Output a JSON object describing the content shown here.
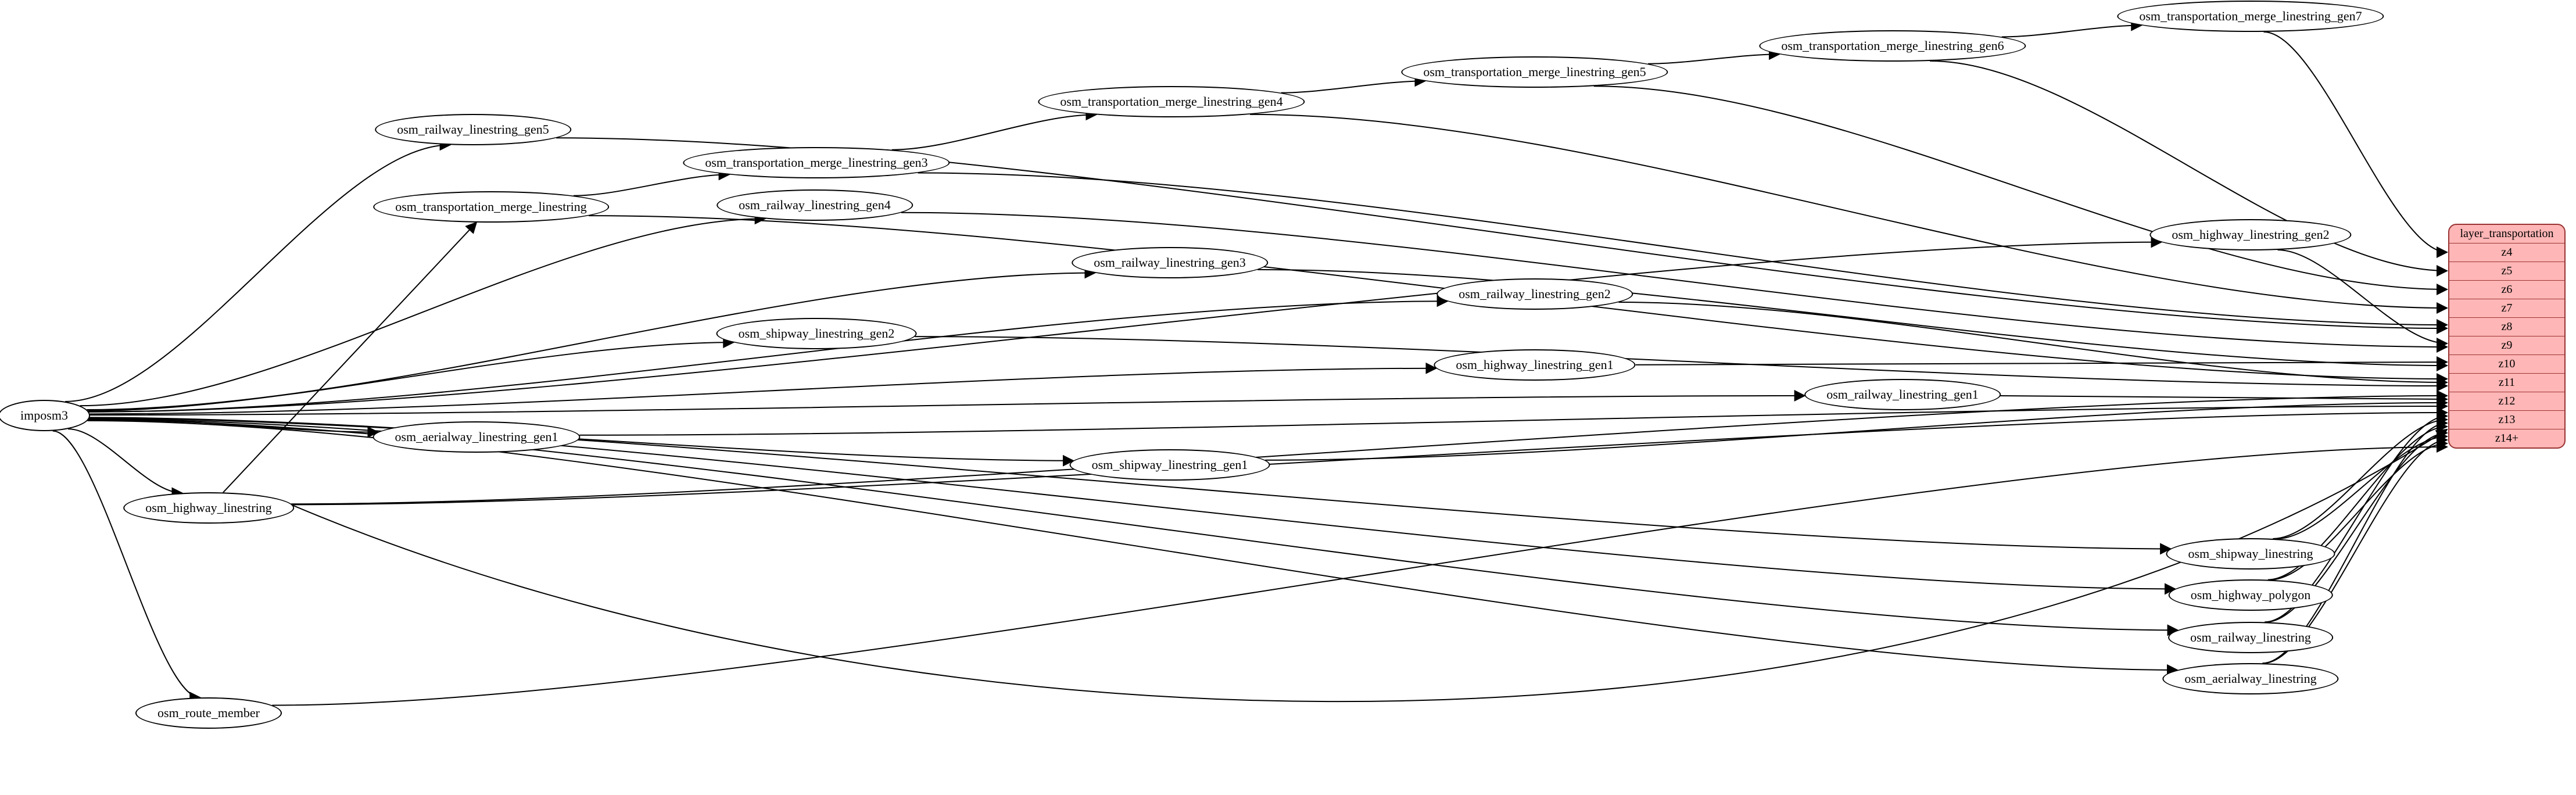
{
  "diagram": {
    "background_color": "#ffffff",
    "edge_color": "#000000",
    "node_fill": "#ffffff",
    "node_border": "#000000",
    "record_fill": "#ffb6b6",
    "record_border": "#993333"
  },
  "record": {
    "title": "layer_transportation",
    "rows": [
      "z4",
      "z5",
      "z6",
      "z7",
      "z8",
      "z9",
      "z10",
      "z11",
      "z12",
      "z13",
      "z14+"
    ]
  },
  "nodes": [
    {
      "id": "imposm3",
      "label": "imposm3"
    },
    {
      "id": "osm_railway_linestring_gen5",
      "label": "osm_railway_linestring_gen5"
    },
    {
      "id": "osm_transportation_merge_linestring",
      "label": "osm_transportation_merge_linestring"
    },
    {
      "id": "osm_transportation_merge_linestring_gen3",
      "label": "osm_transportation_merge_linestring_gen3"
    },
    {
      "id": "osm_railway_linestring_gen4",
      "label": "osm_railway_linestring_gen4"
    },
    {
      "id": "osm_transportation_merge_linestring_gen4",
      "label": "osm_transportation_merge_linestring_gen4"
    },
    {
      "id": "osm_transportation_merge_linestring_gen5",
      "label": "osm_transportation_merge_linestring_gen5"
    },
    {
      "id": "osm_transportation_merge_linestring_gen6",
      "label": "osm_transportation_merge_linestring_gen6"
    },
    {
      "id": "osm_transportation_merge_linestring_gen7",
      "label": "osm_transportation_merge_linestring_gen7"
    },
    {
      "id": "osm_highway_linestring_gen2",
      "label": "osm_highway_linestring_gen2"
    },
    {
      "id": "osm_railway_linestring_gen3",
      "label": "osm_railway_linestring_gen3"
    },
    {
      "id": "osm_railway_linestring_gen2",
      "label": "osm_railway_linestring_gen2"
    },
    {
      "id": "osm_shipway_linestring_gen2",
      "label": "osm_shipway_linestring_gen2"
    },
    {
      "id": "osm_highway_linestring_gen1",
      "label": "osm_highway_linestring_gen1"
    },
    {
      "id": "osm_railway_linestring_gen1",
      "label": "osm_railway_linestring_gen1"
    },
    {
      "id": "osm_aerialway_linestring_gen1",
      "label": "osm_aerialway_linestring_gen1"
    },
    {
      "id": "osm_shipway_linestring_gen1",
      "label": "osm_shipway_linestring_gen1"
    },
    {
      "id": "osm_highway_linestring",
      "label": "osm_highway_linestring"
    },
    {
      "id": "osm_shipway_linestring",
      "label": "osm_shipway_linestring"
    },
    {
      "id": "osm_highway_polygon",
      "label": "osm_highway_polygon"
    },
    {
      "id": "osm_railway_linestring",
      "label": "osm_railway_linestring"
    },
    {
      "id": "osm_aerialway_linestring",
      "label": "osm_aerialway_linestring"
    },
    {
      "id": "osm_route_member",
      "label": "osm_route_member"
    }
  ],
  "edges": [
    {
      "from": "imposm3",
      "to": "osm_railway_linestring_gen5"
    },
    {
      "from": "imposm3",
      "to": "osm_railway_linestring_gen4"
    },
    {
      "from": "imposm3",
      "to": "osm_railway_linestring_gen3"
    },
    {
      "from": "imposm3",
      "to": "osm_railway_linestring_gen2"
    },
    {
      "from": "imposm3",
      "to": "osm_railway_linestring_gen1"
    },
    {
      "from": "imposm3",
      "to": "osm_railway_linestring"
    },
    {
      "from": "imposm3",
      "to": "osm_highway_linestring"
    },
    {
      "from": "imposm3",
      "to": "osm_highway_linestring_gen1"
    },
    {
      "from": "imposm3",
      "to": "osm_highway_linestring_gen2"
    },
    {
      "from": "imposm3",
      "to": "osm_highway_polygon"
    },
    {
      "from": "imposm3",
      "to": "osm_shipway_linestring_gen2"
    },
    {
      "from": "imposm3",
      "to": "osm_shipway_linestring_gen1"
    },
    {
      "from": "imposm3",
      "to": "osm_shipway_linestring"
    },
    {
      "from": "imposm3",
      "to": "osm_aerialway_linestring_gen1"
    },
    {
      "from": "imposm3",
      "to": "osm_aerialway_linestring"
    },
    {
      "from": "imposm3",
      "to": "osm_route_member"
    },
    {
      "from": "osm_highway_linestring",
      "to": "osm_transportation_merge_linestring",
      "style": "straight"
    },
    {
      "from": "osm_transportation_merge_linestring",
      "to": "osm_transportation_merge_linestring_gen3"
    },
    {
      "from": "osm_transportation_merge_linestring_gen3",
      "to": "osm_transportation_merge_linestring_gen4"
    },
    {
      "from": "osm_transportation_merge_linestring_gen4",
      "to": "osm_transportation_merge_linestring_gen5"
    },
    {
      "from": "osm_transportation_merge_linestring_gen5",
      "to": "osm_transportation_merge_linestring_gen6"
    },
    {
      "from": "osm_transportation_merge_linestring_gen6",
      "to": "osm_transportation_merge_linestring_gen7"
    },
    {
      "from": "osm_transportation_merge_linestring_gen7",
      "to": "port:z4"
    },
    {
      "from": "osm_transportation_merge_linestring_gen6",
      "to": "port:z5"
    },
    {
      "from": "osm_transportation_merge_linestring_gen5",
      "to": "port:z6"
    },
    {
      "from": "osm_transportation_merge_linestring_gen4",
      "to": "port:z7"
    },
    {
      "from": "osm_transportation_merge_linestring_gen3",
      "to": "port:z8"
    },
    {
      "from": "osm_railway_linestring_gen5",
      "to": "port:z8"
    },
    {
      "from": "osm_highway_linestring_gen2",
      "to": "port:z9"
    },
    {
      "from": "osm_railway_linestring_gen4",
      "to": "port:z9"
    },
    {
      "from": "osm_highway_linestring_gen1",
      "to": "port:z10"
    },
    {
      "from": "osm_railway_linestring_gen3",
      "to": "port:z10"
    },
    {
      "from": "osm_transportation_merge_linestring",
      "to": "port:z11"
    },
    {
      "from": "osm_railway_linestring_gen2",
      "to": "port:z11"
    },
    {
      "from": "osm_shipway_linestring_gen2",
      "to": "port:z11"
    },
    {
      "from": "osm_highway_linestring",
      "to": "port:z12"
    },
    {
      "from": "osm_railway_linestring_gen1",
      "to": "port:z12"
    },
    {
      "from": "osm_shipway_linestring_gen1",
      "to": "port:z12"
    },
    {
      "from": "osm_aerialway_linestring_gen1",
      "to": "port:z12"
    },
    {
      "from": "osm_highway_linestring",
      "to": "port:z13"
    },
    {
      "from": "osm_railway_linestring",
      "to": "port:z13"
    },
    {
      "from": "osm_shipway_linestring",
      "to": "port:z13"
    },
    {
      "from": "osm_aerialway_linestring",
      "to": "port:z13"
    },
    {
      "from": "osm_highway_polygon",
      "to": "port:z13"
    },
    {
      "from": "osm_highway_linestring",
      "to": "port:z14+",
      "sag": 470
    },
    {
      "from": "osm_railway_linestring",
      "to": "port:z14+"
    },
    {
      "from": "osm_shipway_linestring",
      "to": "port:z14+"
    },
    {
      "from": "osm_aerialway_linestring",
      "to": "port:z14+"
    },
    {
      "from": "osm_highway_polygon",
      "to": "port:z14+"
    },
    {
      "from": "osm_route_member",
      "to": "port:z14+"
    }
  ]
}
